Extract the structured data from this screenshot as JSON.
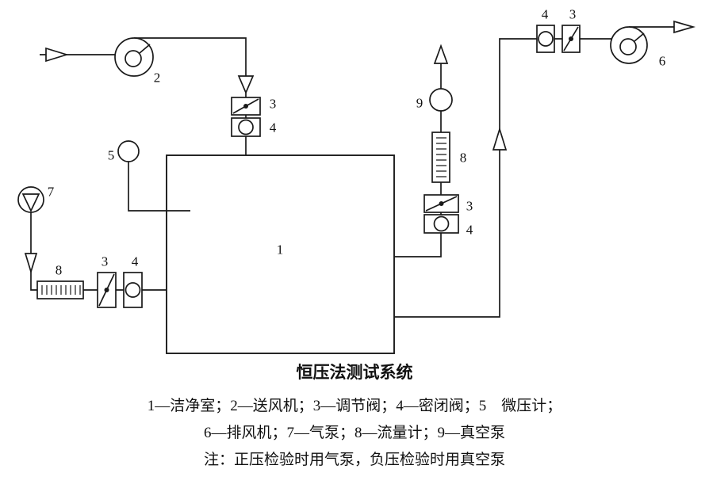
{
  "diagram": {
    "labels": {
      "chamber": "1",
      "supply_fan": "2",
      "regulating_valve": "3",
      "sealed_valve": "4",
      "micro_manometer": "5",
      "exhaust_fan": "6",
      "air_pump": "7",
      "flow_meter": "8",
      "vacuum_pump": "9"
    }
  },
  "caption": {
    "title": "恒压法测试系统",
    "legend_line1": "1—洁净室；2—送风机；3—调节阀；4—密闭阀；5　微压计；",
    "legend_line2": "6—排风机；7—气泵；8—流量计；9—真空泵",
    "note": "注：正压检验时用气泵，负压检验时用真空泵"
  },
  "colors": {
    "ink": "#1a1a1a",
    "background": "#ffffff"
  }
}
